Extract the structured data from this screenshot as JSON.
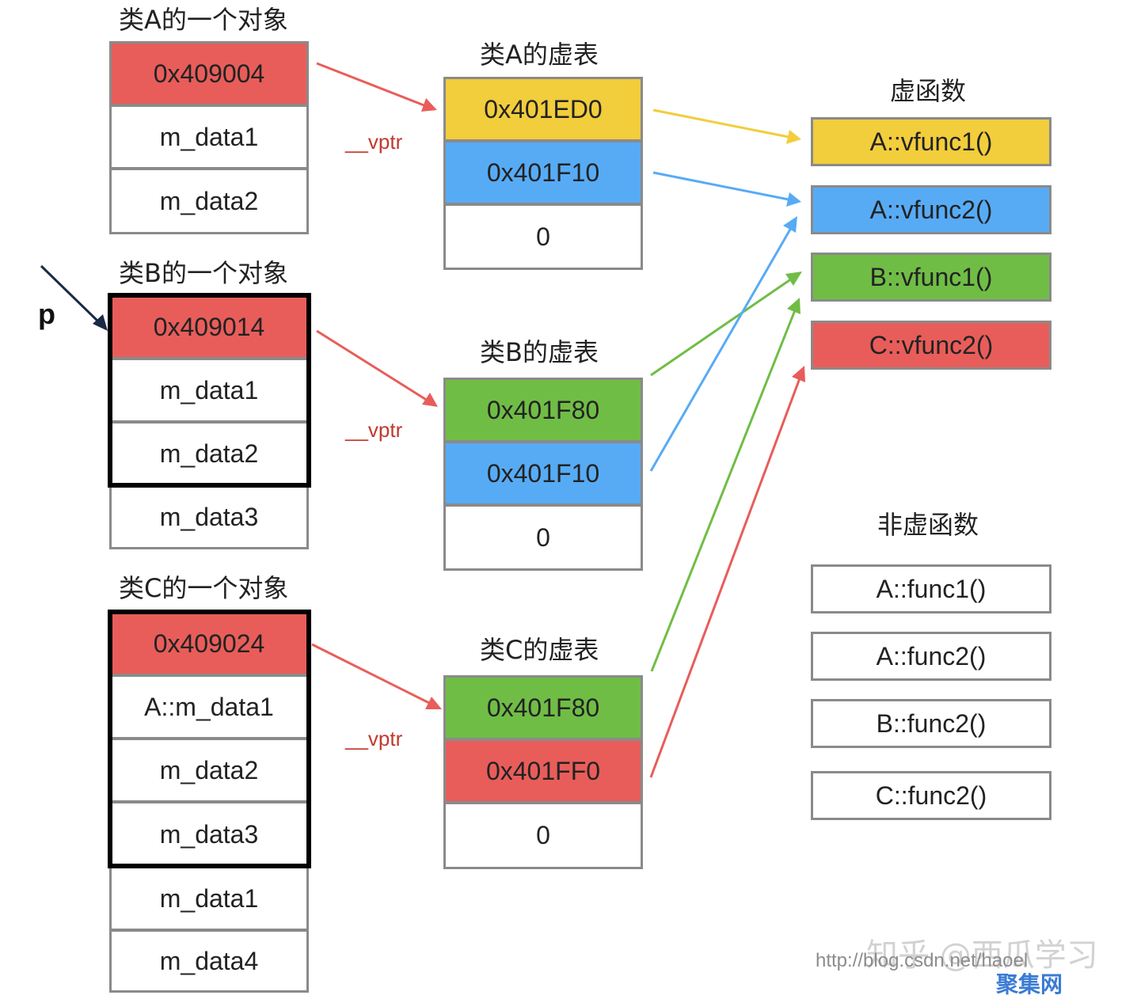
{
  "objects": {
    "a": {
      "title": "类A的一个对象",
      "cells": [
        "0x409004",
        "m_data1",
        "m_data2"
      ]
    },
    "b": {
      "title": "类B的一个对象",
      "cells": [
        "0x409014",
        "m_data1",
        "m_data2",
        "m_data3"
      ]
    },
    "c": {
      "title": "类C的一个对象",
      "cells": [
        "0x409024",
        "A::m_data1",
        "m_data2",
        "m_data3",
        "m_data1",
        "m_data4"
      ]
    }
  },
  "pointer": {
    "label": "p"
  },
  "vptr_label": "__vptr",
  "vtables": {
    "a": {
      "title": "类A的虚表",
      "entries": [
        "0x401ED0",
        "0x401F10",
        "0"
      ]
    },
    "b": {
      "title": "类B的虚表",
      "entries": [
        "0x401F80",
        "0x401F10",
        "0"
      ]
    },
    "c": {
      "title": "类C的虚表",
      "entries": [
        "0x401F80",
        "0x401FF0",
        "0"
      ]
    }
  },
  "virtual_functions": {
    "title": "虚函数",
    "items": [
      "A::vfunc1()",
      "A::vfunc2()",
      "B::vfunc1()",
      "C::vfunc2()"
    ]
  },
  "non_virtual_functions": {
    "title": "非虚函数",
    "items": [
      "A::func1()",
      "A::func2()",
      "B::func2()",
      "C::func2()"
    ]
  },
  "colors": {
    "vptr_red": "#e85d5a",
    "yellow": "#f2cd3c",
    "blue": "#57abf5",
    "green": "#70bd46",
    "pointer": "#1a2a44"
  },
  "watermark": {
    "url": "http://blog.csdn.net/haoel",
    "brand": "知乎 @西瓜学习",
    "site": "聚集网"
  }
}
